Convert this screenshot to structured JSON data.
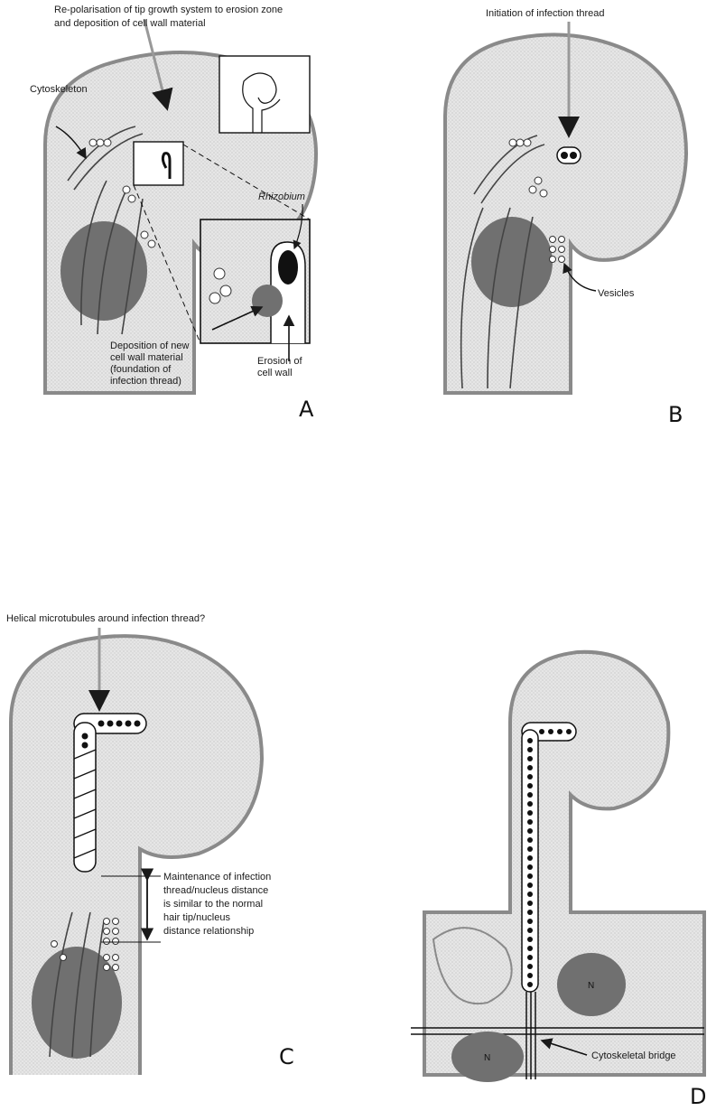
{
  "panels": {
    "A": {
      "letter": "A",
      "title_line1": "Re-polarisation of tip growth system to erosion zone",
      "title_line2": "and deposition of cell wall material",
      "cytoskeleton": "Cytoskeleton",
      "rhizobium": "Rhizobium",
      "deposition_l1": "Deposition of new",
      "deposition_l2": "cell wall material",
      "deposition_l3": "(foundation of",
      "deposition_l4": "infection thread)",
      "erosion_l1": "Erosion of",
      "erosion_l2": "cell wall"
    },
    "B": {
      "letter": "B",
      "title": "Initiation of infection thread",
      "vesicles": "Vesicles"
    },
    "C": {
      "letter": "C",
      "title": "Helical microtubules around infection thread?",
      "maint_l1": "Maintenance of infection",
      "maint_l2": "thread/nucleus distance",
      "maint_l3": "is similar to the normal",
      "maint_l4": "hair tip/nucleus",
      "maint_l5": "distance relationship"
    },
    "D": {
      "letter": "D",
      "nucleus_label": "N",
      "bridge": "Cytoskeletal bridge"
    }
  },
  "colors": {
    "cell_fill": "#e4e4e4",
    "cell_wall": "#8a8a8a",
    "nucleus": "#6e6e6e",
    "ink": "#1a1a1a"
  }
}
